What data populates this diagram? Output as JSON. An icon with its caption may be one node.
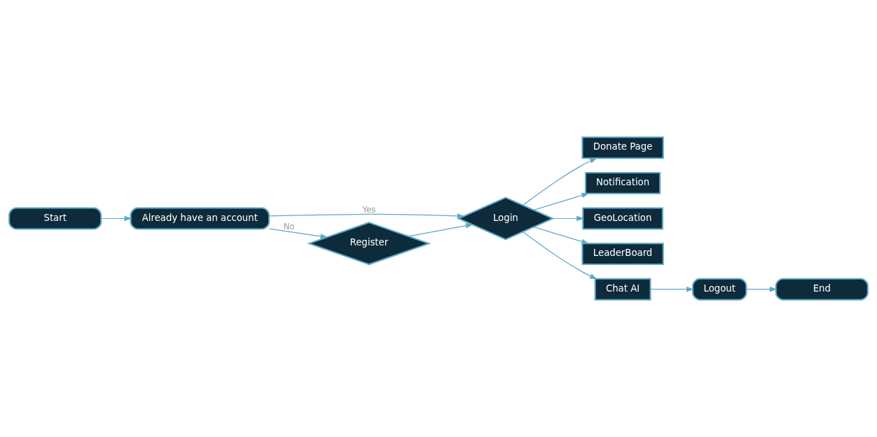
{
  "diagram": {
    "nodes": [
      {
        "text": [
          "Start"
        ]
      },
      {
        "text": [
          "Already have an account"
        ]
      },
      {
        "text": [
          "Login"
        ]
      },
      {
        "text": [
          "Register"
        ]
      },
      {
        "text": [
          "Donate Page"
        ]
      },
      {
        "text": [
          "Notification"
        ]
      },
      {
        "text": [
          "GeoLocation"
        ]
      },
      {
        "text": [
          "LeaderBoard"
        ]
      },
      {
        "text": [
          "Chat AI"
        ]
      },
      {
        "text": [
          "Logout"
        ]
      },
      {
        "text": [
          "End"
        ]
      }
    ],
    "edges": [
      {
        "from": 0,
        "to": 1,
        "arrow": "to"
      },
      {
        "from": 1,
        "to": 2,
        "arrow": "to",
        "label": "Yes"
      },
      {
        "from": 1,
        "to": 3,
        "arrow": "to",
        "label": "No"
      },
      {
        "from": 3,
        "to": 2,
        "arrow": "to"
      },
      {
        "from": 2,
        "to": 4,
        "arrow": "to"
      },
      {
        "from": 2,
        "to": 5,
        "arrow": "to"
      },
      {
        "from": 2,
        "to": 6,
        "arrow": "to"
      },
      {
        "from": 2,
        "to": 7,
        "arrow": "to"
      },
      {
        "from": 2,
        "to": 8,
        "arrow": "to"
      },
      {
        "from": 8,
        "to": 9,
        "arrow": "to"
      },
      {
        "from": 9,
        "to": 10,
        "arrow": "to"
      }
    ]
  }
}
